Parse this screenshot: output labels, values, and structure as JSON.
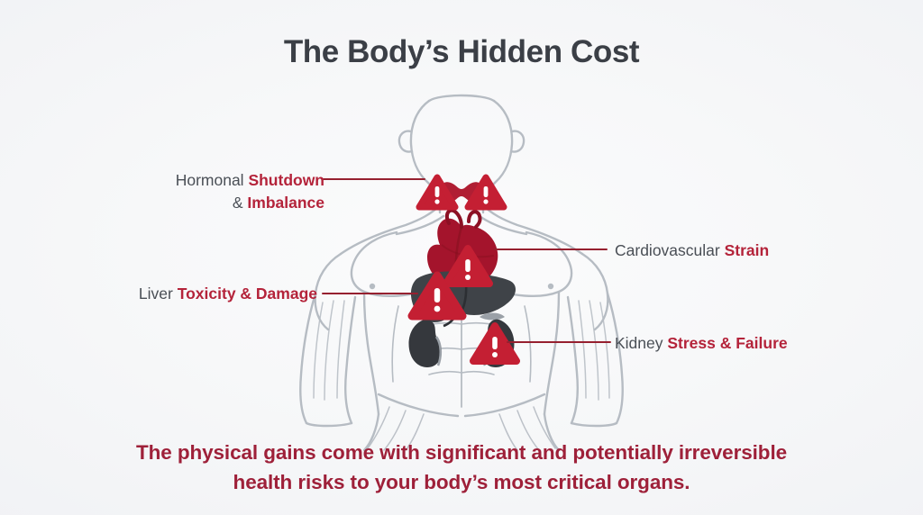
{
  "poster": {
    "title": "The Body’s Hidden Cost",
    "caption_line_1": "The physical gains come with significant and potentially irreversible",
    "caption_line_2": "health risks to your body’s most critical organs.",
    "background_color": "#f4f5f7",
    "title_color": "#3b3f46",
    "accent_red": "#b4233a",
    "caption_color": "#9e2039",
    "line_art_color": "#b6bcc3",
    "organ_dark_color": "#3a3d42",
    "organ_red_color": "#a81d30"
  },
  "callouts": [
    {
      "id": "hormonal",
      "side": "left",
      "line1_plain": "Hormonal ",
      "line1_highlight": "Shutdown",
      "line2_plain": "& ",
      "line2_highlight": "Imbalance",
      "organ": "thyroid-gland",
      "warning_icons": 2
    },
    {
      "id": "cardiovascular",
      "side": "right",
      "line1_plain": "Cardiovascular ",
      "line1_highlight": "Strain",
      "line2_plain": "",
      "line2_highlight": "",
      "organ": "heart",
      "warning_icons": 1
    },
    {
      "id": "liver",
      "side": "left",
      "line1_plain": "Liver ",
      "line1_highlight": "Toxicity & Damage",
      "line2_plain": "",
      "line2_highlight": "",
      "organ": "liver",
      "warning_icons": 1
    },
    {
      "id": "kidney",
      "side": "right",
      "line1_plain": "Kidney ",
      "line1_highlight": "Stress & Failure",
      "line2_plain": "",
      "line2_highlight": "",
      "organ": "kidneys",
      "warning_icons": 1
    }
  ],
  "figure": {
    "description": "male-torso-line-art",
    "organs": [
      "thyroid-gland",
      "heart",
      "liver",
      "left-kidney",
      "right-kidney"
    ]
  }
}
